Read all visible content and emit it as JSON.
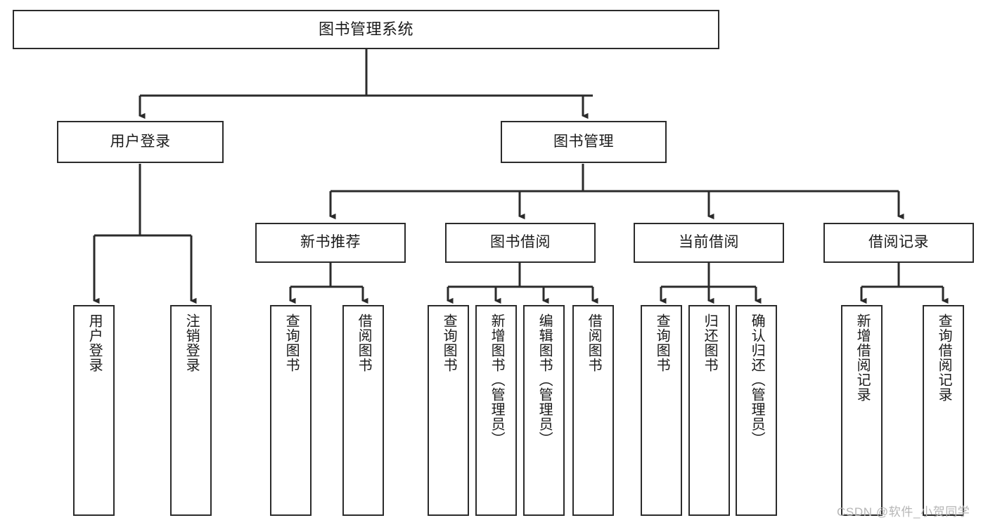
{
  "diagram": {
    "title": "图书管理系统",
    "type": "tree",
    "watermark": "CSDN @软件_小贺同学",
    "colors": {
      "stroke": "#2b2b2b",
      "fill": "#ffffff",
      "text": "#1b1b1b",
      "watermark": "#b6b6b6"
    },
    "levels": {
      "root": {
        "label": "图书管理系统"
      },
      "level1": [
        {
          "label": "用户登录"
        },
        {
          "label": "图书管理"
        }
      ],
      "level2": [
        {
          "label": "新书推荐"
        },
        {
          "label": "图书借阅"
        },
        {
          "label": "当前借阅"
        },
        {
          "label": "借阅记录"
        }
      ],
      "leaves": [
        {
          "label": "用户登录",
          "parent": "用户登录"
        },
        {
          "label": "注销登录",
          "parent": "用户登录"
        },
        {
          "label": "查询图书",
          "parent": "新书推荐"
        },
        {
          "label": "借阅图书",
          "parent": "新书推荐"
        },
        {
          "label": "查询图书",
          "parent": "图书借阅"
        },
        {
          "label": "新增图书（管理员）",
          "parent": "图书借阅"
        },
        {
          "label": "编辑图书（管理员）",
          "parent": "图书借阅"
        },
        {
          "label": "借阅图书",
          "parent": "图书借阅"
        },
        {
          "label": "查询图书",
          "parent": "当前借阅"
        },
        {
          "label": "归还图书",
          "parent": "当前借阅"
        },
        {
          "label": "确认归还（管理员）",
          "parent": "当前借阅"
        },
        {
          "label": "新增借阅记录",
          "parent": "借阅记录"
        },
        {
          "label": "查询借阅记录",
          "parent": "借阅记录"
        }
      ]
    }
  }
}
